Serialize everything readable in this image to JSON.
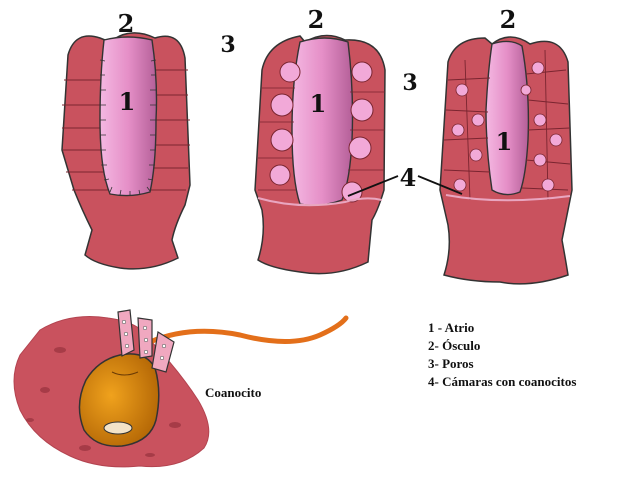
{
  "labels": {
    "atrium": "1",
    "osculum": "2",
    "pores": "3",
    "chambers": "4"
  },
  "legend": [
    "1 - Atrio",
    "2- Ósculo",
    "3- Poros",
    "4- Cámaras con coanocitos"
  ],
  "caption": "Coanocito",
  "colors": {
    "body": "#c9525e",
    "body_dark": "#8a2a35",
    "atrium": "#e58fc7",
    "chamber": "#f2a9d8",
    "cell": "#d8860f",
    "flagellum": "#e36f1a",
    "outline": "#333333"
  }
}
